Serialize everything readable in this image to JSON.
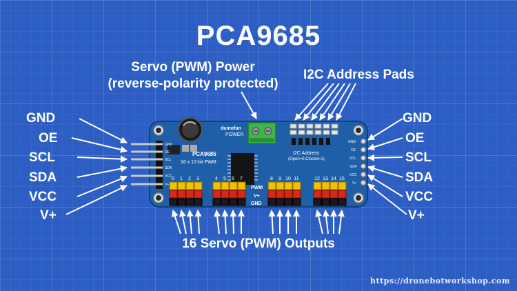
{
  "title": "PCA9685",
  "power_label_line1": "Servo (PWM) Power",
  "power_label_line2": "(reverse-polarity protected)",
  "address_pads_label": "I2C Address Pads",
  "outputs_label": "16 Servo (PWM) Outputs",
  "left_pins": [
    "GND",
    "OE",
    "SCL",
    "SDA",
    "VCC",
    "V+"
  ],
  "right_pins": [
    "GND",
    "OE",
    "SCL",
    "SDA",
    "VCC",
    "V+"
  ],
  "url": "https://dronebotworkshop.com",
  "board": {
    "brand": "duinofun",
    "power_silk": "POWER",
    "model_silk": "PCA9685",
    "desc_silk": "16 x 12-bit PWM",
    "addr_silk": "I2C Address",
    "addr_sub_silk": "(Open=0,Closed=1)",
    "rail_pwm": "PWM",
    "rail_v": "V+",
    "rail_gnd": "GND",
    "edge_pins": [
      "GND",
      "OE",
      "SCL",
      "SDA",
      "VCC",
      "V+"
    ],
    "channel_numbers": [
      "0",
      "1",
      "2",
      "3",
      "4",
      "5",
      "6",
      "7",
      "8",
      "9",
      "10",
      "11",
      "12",
      "13",
      "14",
      "15"
    ]
  },
  "colors": {
    "background": "#2c5ec4",
    "board": "#1f5fa8",
    "header_yellow": "#f2c200",
    "header_red": "#d42a1c",
    "header_black": "#1a1a1a",
    "terminal_green": "#3fb54a"
  }
}
